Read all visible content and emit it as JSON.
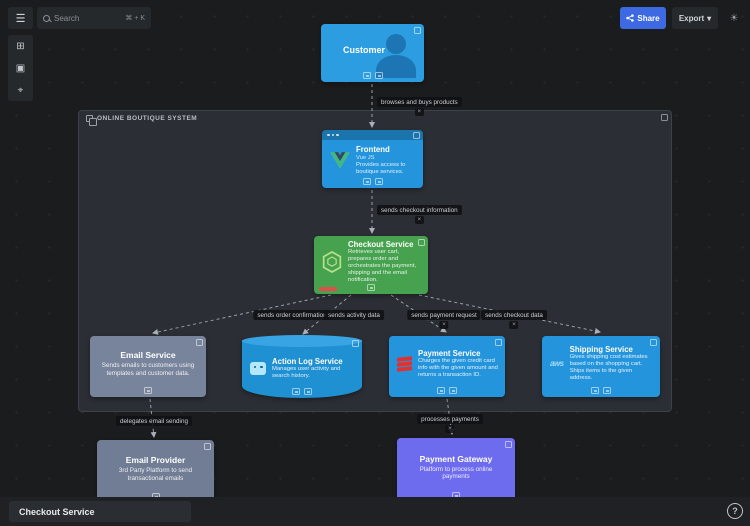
{
  "header": {
    "search_placeholder": "Search",
    "search_shortcut": "⌘ + K",
    "share_label": "Share",
    "export_label": "Export"
  },
  "container": {
    "title": "ONLINE BOUTIQUE SYSTEM"
  },
  "nodes": {
    "customer": {
      "title": "Customer"
    },
    "frontend": {
      "title": "Frontend",
      "tech": "Vue JS",
      "description": "Provides access to boutique services."
    },
    "checkout": {
      "title": "Checkout Service",
      "description": "Retrieves user cart, prepares order and orchestrates the payment, shipping and the email notification."
    },
    "email_service": {
      "title": "Email Service",
      "description": "Sends emails to customers using templates and customer data."
    },
    "action_log": {
      "title": "Action Log Service",
      "description": "Manages user activity and search history."
    },
    "payment_service": {
      "title": "Payment Service",
      "description": "Charges the given credit card info with the given amount and returns a transaction ID."
    },
    "shipping_service": {
      "title": "Shipping Service",
      "logo_text": "aws",
      "description": "Gives shipping cost estimates based on the shopping cart. Ships items to the given address."
    },
    "email_provider": {
      "title": "Email Provider",
      "description": "3rd Party Platform to send transactional emails"
    },
    "payment_gateway": {
      "title": "Payment Gateway",
      "description": "Platform to process online payments"
    }
  },
  "edges": {
    "customer_frontend": {
      "label": "browses and buys products"
    },
    "frontend_checkout": {
      "label": "sends checkout information"
    },
    "checkout_email": {
      "label": "sends order confirmation"
    },
    "checkout_actionlog": {
      "label": "sends activity data"
    },
    "checkout_payment": {
      "label": "sends payment request"
    },
    "checkout_shipping": {
      "label": "sends checkout data"
    },
    "email_to_provider": {
      "label": "delegates email sending"
    },
    "payment_to_gateway": {
      "label": "processes payments"
    }
  },
  "statusbar": {
    "selected_item": "Checkout Service",
    "help_label": "?"
  },
  "icons": {
    "menu": "☰",
    "grid": "⊞",
    "frames": "▣",
    "crosshair": "⌖",
    "chevron_down": "▾",
    "sun": "☀",
    "cross": "×"
  },
  "colors": {
    "canvas_bg": "#1a1c1e",
    "accent_blue": "#3d6ae2",
    "node_blue": "#2495dd",
    "node_green": "#46a24f",
    "node_gray": "#78849b",
    "node_purple": "#6e6cee",
    "red_flag": "#e24c4b",
    "edge_color": "#9aa1a8"
  }
}
